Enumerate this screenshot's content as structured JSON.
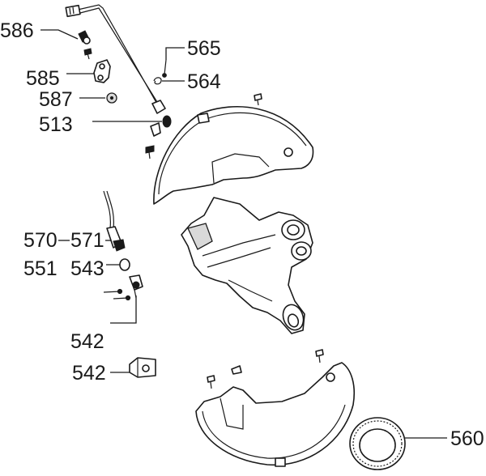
{
  "labels": {
    "l586": "586",
    "l585": "585",
    "l587": "587",
    "l513": "513",
    "l565": "565",
    "l564": "564",
    "l570": "570",
    "l571": "571",
    "l551": "551",
    "l543": "543",
    "l542a": "542",
    "l542b": "542",
    "l560": "560"
  }
}
